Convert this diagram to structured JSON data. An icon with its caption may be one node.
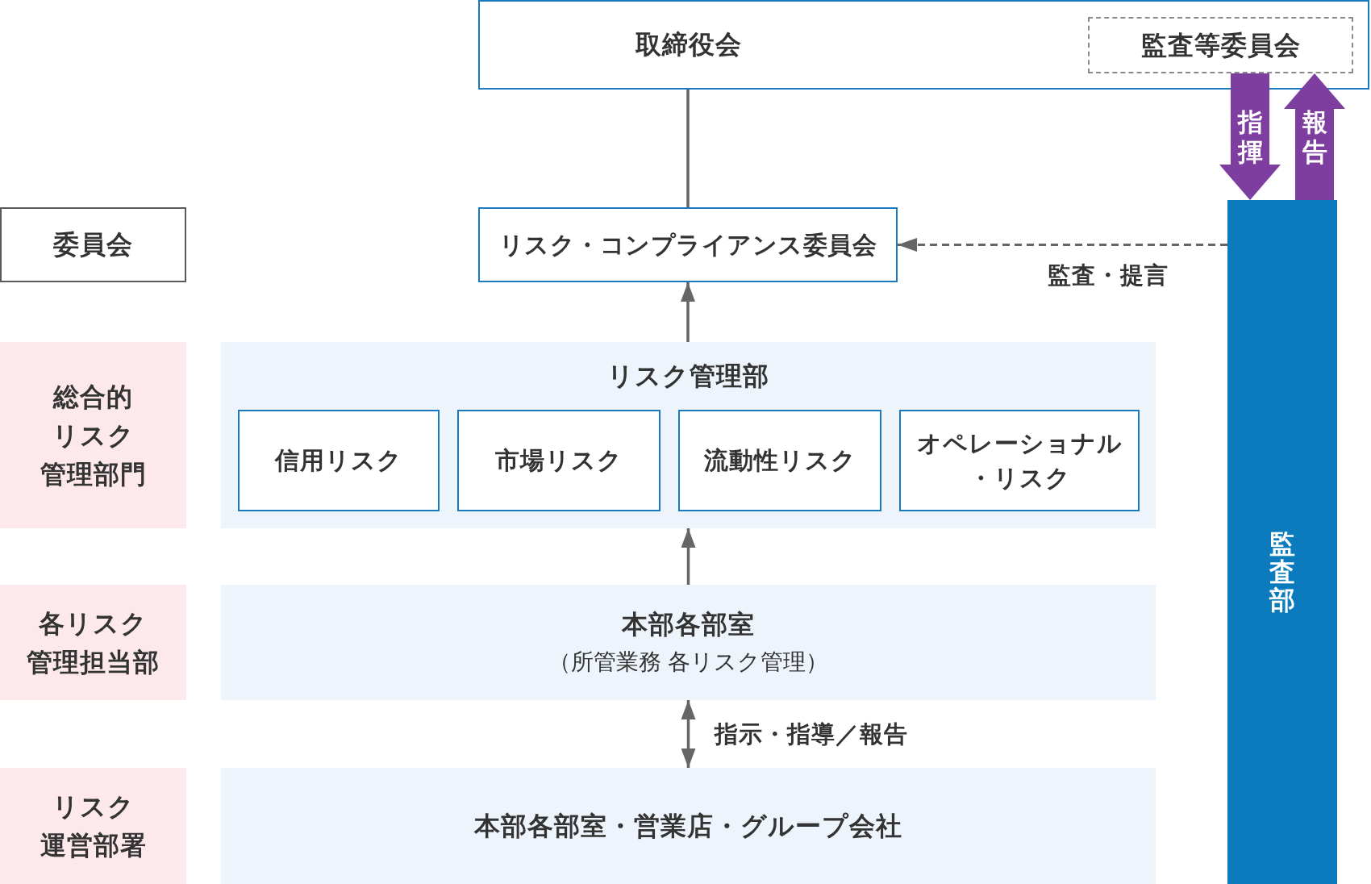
{
  "diagram": {
    "nodes": [
      {
        "text": [
          "取締役会"
        ]
      },
      {
        "text": [
          "監査等委員会"
        ],
        "in": 0
      },
      {
        "text": [
          "委員会"
        ]
      },
      {
        "text": [
          "リスク・コンプライアンス委員会"
        ]
      },
      {
        "text": [
          "総合的リスク管理部門"
        ]
      },
      {
        "text": [
          "リスク管理部"
        ]
      },
      {
        "text": [
          "信用リスク"
        ],
        "in": 5
      },
      {
        "text": [
          "市場リスク"
        ],
        "in": 5
      },
      {
        "text": [
          "流動性リスク"
        ],
        "in": 5
      },
      {
        "text": [
          "オペレーショナル・リスク"
        ],
        "in": 5
      },
      {
        "text": [
          "各リスク管理担当部"
        ]
      },
      {
        "text": [
          "本部各部室",
          "（所管業務 各リスク管理）"
        ]
      },
      {
        "text": [
          "リスク運営部署"
        ]
      },
      {
        "text": [
          "本部各部室・営業店・グループ会社"
        ]
      },
      {
        "text": [
          "監査部"
        ]
      }
    ],
    "edges": [
      {
        "from": 0,
        "to": 3,
        "arrow": "none"
      },
      {
        "from": 1,
        "to": 14,
        "arrow": "to",
        "label": "指揮",
        "style": "thick",
        "color": "#7d3e9f"
      },
      {
        "from": 14,
        "to": 1,
        "arrow": "to",
        "label": "報告",
        "style": "thick",
        "color": "#7d3e9f"
      },
      {
        "from": 14,
        "to": 3,
        "arrow": "to",
        "label": "監査・提言",
        "style": "dashed"
      },
      {
        "from": 5,
        "to": 3,
        "arrow": "to"
      },
      {
        "from": 11,
        "to": 5,
        "arrow": "to"
      },
      {
        "from": 11,
        "to": 13,
        "arrow": "both",
        "label": "指示・指導／報告"
      }
    ]
  }
}
